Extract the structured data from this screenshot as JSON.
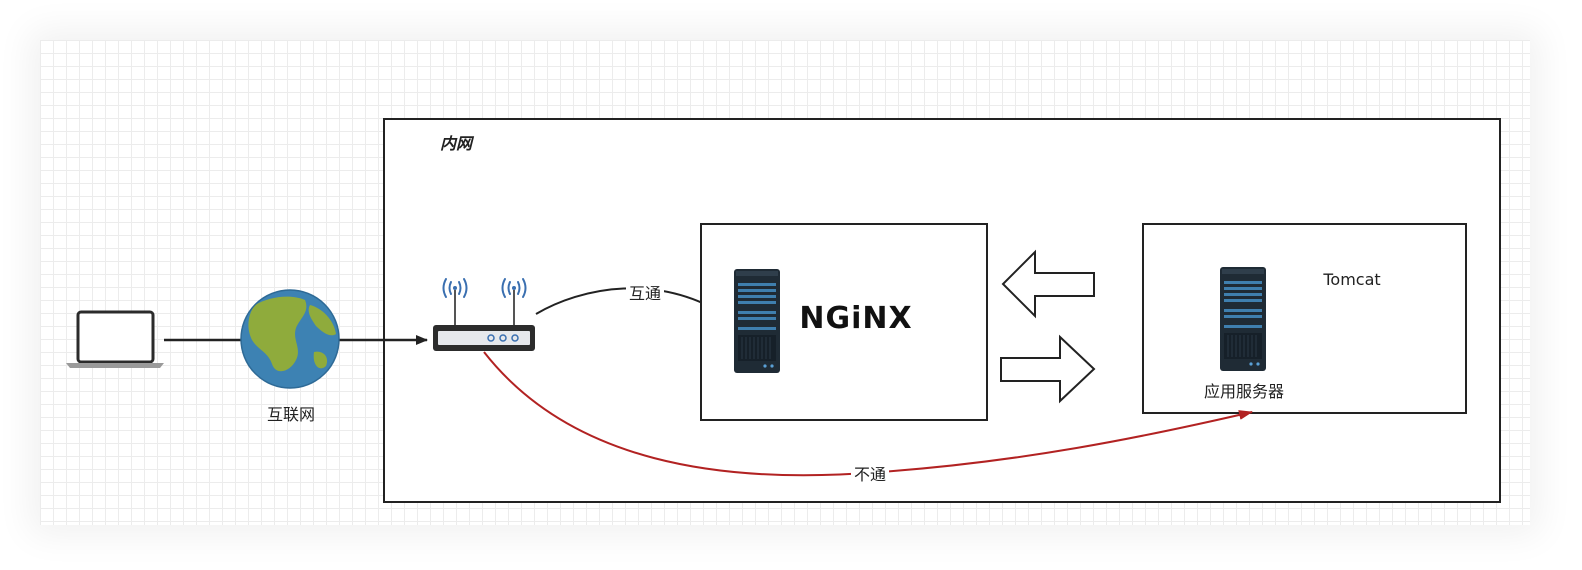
{
  "diagram": {
    "intranet_label": "内网",
    "internet_label": "互联网",
    "connected_label": "互通",
    "blocked_label": "不通",
    "nginx_logo": "NGiNX",
    "tomcat_label": "Tomcat",
    "app_server_label": "应用服务器"
  },
  "icons": {
    "laptop": "laptop-icon",
    "globe": "globe-icon",
    "router": "wifi-router-icon",
    "nginx_server": "server-icon",
    "app_server": "server-icon"
  },
  "colors": {
    "blocked_arrow": "#b22222",
    "globe_ocean": "#3d82b3",
    "globe_land": "#8fab3c",
    "wifi_signal": "#3a6fb0"
  }
}
